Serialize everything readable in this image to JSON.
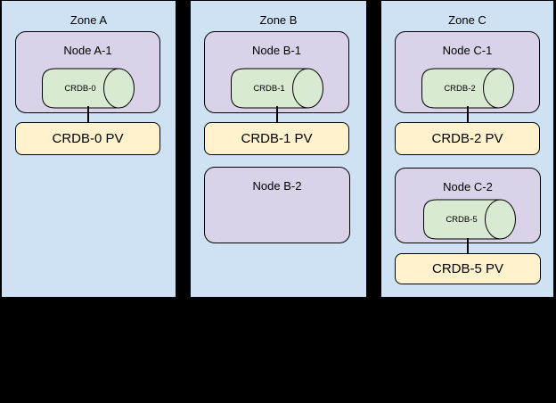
{
  "colors": {
    "background": "#000000",
    "zone_fill": "#cfe2f3",
    "node_fill": "#d9d2e9",
    "db_fill": "#d9ead3",
    "pv_fill": "#fff2cc",
    "stroke": "#000000"
  },
  "zones": [
    {
      "label": "Zone A",
      "groups": [
        {
          "node": "Node A-1",
          "db": "CRDB-0",
          "pv": "CRDB-0 PV"
        }
      ]
    },
    {
      "label": "Zone B",
      "groups": [
        {
          "node": "Node B-1",
          "db": "CRDB-1",
          "pv": "CRDB-1 PV"
        }
      ],
      "empty_node": "Node B-2"
    },
    {
      "label": "Zone C",
      "groups": [
        {
          "node": "Node C-1",
          "db": "CRDB-2",
          "pv": "CRDB-2 PV"
        },
        {
          "node": "Node C-2",
          "db": "CRDB-5",
          "pv": "CRDB-5 PV"
        }
      ]
    }
  ]
}
